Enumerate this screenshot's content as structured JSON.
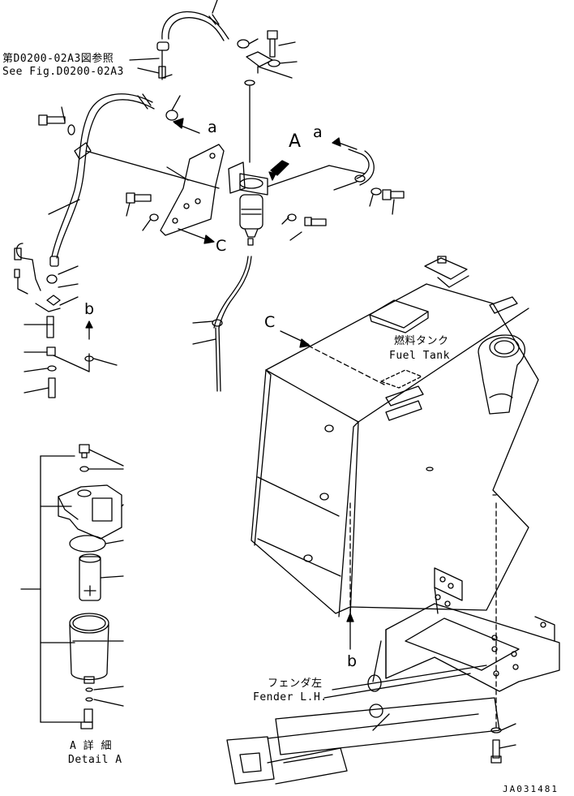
{
  "refs": {
    "fig_ref_jp": "第D0200-02A3図参照",
    "fig_ref_en": "See Fig.D0200-02A3"
  },
  "callouts": {
    "a_upper": "a",
    "a_right": "a",
    "b_left": "b",
    "b_lower": "b",
    "c_mid": "C",
    "c_tank": "C",
    "A_view": "A"
  },
  "tank": {
    "label_jp": "燃料タンク",
    "label_en": "Fuel Tank"
  },
  "fender": {
    "label_jp": "フェンダ左",
    "label_en": "Fender L.H."
  },
  "detail": {
    "label_jp": "A 詳 細",
    "label_en": "Detail A"
  },
  "drawing_number": "JA031481"
}
